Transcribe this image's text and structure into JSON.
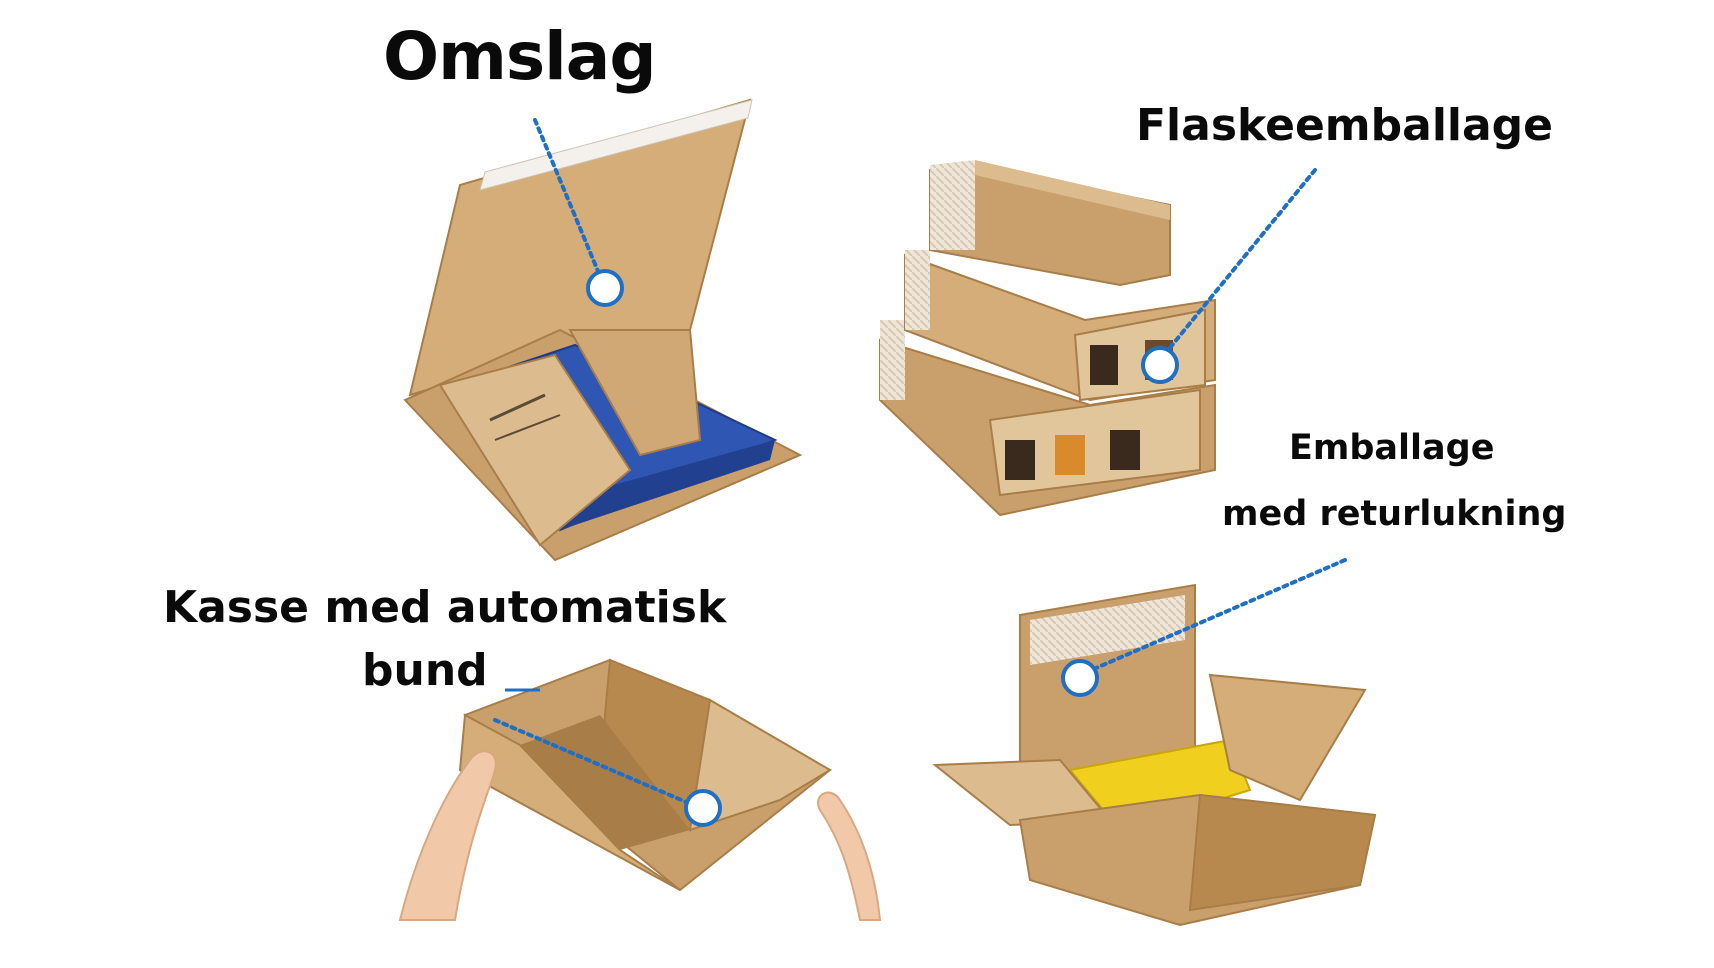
{
  "labels": {
    "omslag": "Omslag",
    "flaskeemballage": "Flaskeemballage",
    "emballage_line1": "Emballage",
    "emballage_line2": "med returlukning",
    "kasse_line1": "Kasse med automatisk",
    "kasse_line2": "bund"
  },
  "colors": {
    "leader": "#1f6fc4",
    "cardboard": "#c9a06b",
    "cardboard_dark": "#a97d48",
    "cardboard_light": "#dcbc8e",
    "book_blue": "#2f56b3",
    "yellow_product": "#f0cf1e",
    "background": "#ffffff"
  }
}
